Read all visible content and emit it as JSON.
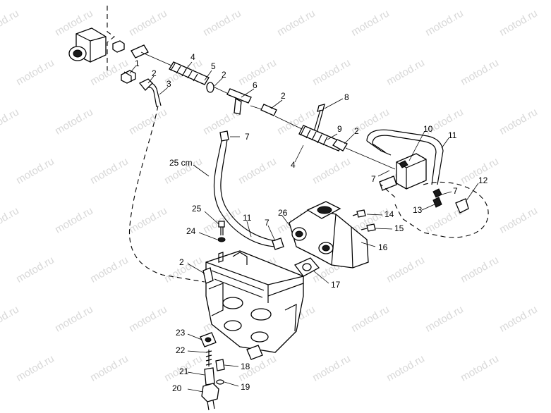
{
  "watermark": "motod.ru",
  "callouts": [
    {
      "id": "c1",
      "text": "1"
    },
    {
      "id": "c2a",
      "text": "2"
    },
    {
      "id": "c3",
      "text": "3"
    },
    {
      "id": "c4a",
      "text": "4"
    },
    {
      "id": "c5",
      "text": "5"
    },
    {
      "id": "c2b",
      "text": "2"
    },
    {
      "id": "c6",
      "text": "6"
    },
    {
      "id": "c2c",
      "text": "2"
    },
    {
      "id": "c8",
      "text": "8"
    },
    {
      "id": "c9",
      "text": "9"
    },
    {
      "id": "c2d",
      "text": "2"
    },
    {
      "id": "c4b",
      "text": "4"
    },
    {
      "id": "c10",
      "text": "10"
    },
    {
      "id": "c11a",
      "text": "11"
    },
    {
      "id": "c7a",
      "text": "7"
    },
    {
      "id": "c7b",
      "text": "7"
    },
    {
      "id": "c7c",
      "text": "7"
    },
    {
      "id": "c12",
      "text": "12"
    },
    {
      "id": "c13",
      "text": "13"
    },
    {
      "id": "c14",
      "text": "14"
    },
    {
      "id": "c15",
      "text": "15"
    },
    {
      "id": "c16",
      "text": "16"
    },
    {
      "id": "c17",
      "text": "17"
    },
    {
      "id": "c25cm",
      "text": "25 cm"
    },
    {
      "id": "c25",
      "text": "25"
    },
    {
      "id": "c24",
      "text": "24"
    },
    {
      "id": "c11b",
      "text": "11"
    },
    {
      "id": "c7d",
      "text": "7"
    },
    {
      "id": "c26",
      "text": "26"
    },
    {
      "id": "c2e",
      "text": "2"
    },
    {
      "id": "c23",
      "text": "23"
    },
    {
      "id": "c22",
      "text": "22"
    },
    {
      "id": "c18",
      "text": "18"
    },
    {
      "id": "c21",
      "text": "21"
    },
    {
      "id": "c20",
      "text": "20"
    },
    {
      "id": "c19",
      "text": "19"
    }
  ]
}
